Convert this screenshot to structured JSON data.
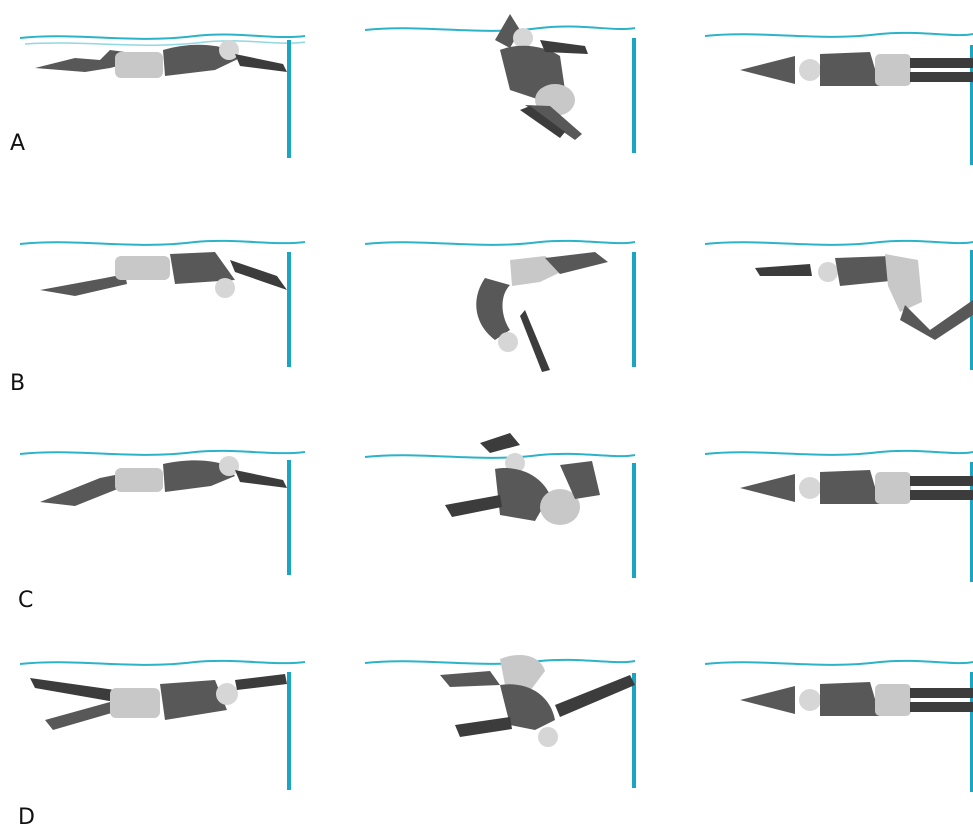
{
  "rows": [
    {
      "label": "A",
      "phases": [
        "approach-back-glide",
        "tuck-rotation",
        "streamline-push"
      ]
    },
    {
      "label": "B",
      "phases": [
        "approach-back-reach",
        "flip-turn-head-down",
        "underwater-streamline-kick"
      ]
    },
    {
      "label": "C",
      "phases": [
        "approach-back-glide",
        "sideways-tuck",
        "streamline-push"
      ]
    },
    {
      "label": "D",
      "phases": [
        "approach-side-reach",
        "open-turn-rotation",
        "streamline-push"
      ]
    }
  ],
  "colors": {
    "water": "#2cb3c8",
    "water_light": "#8fd8e4",
    "wall": "#1aa6c2",
    "skin": "#585858",
    "skin_dark": "#3c3c3c",
    "suit": "#c8c8c8",
    "cap": "#d6d6d6"
  }
}
